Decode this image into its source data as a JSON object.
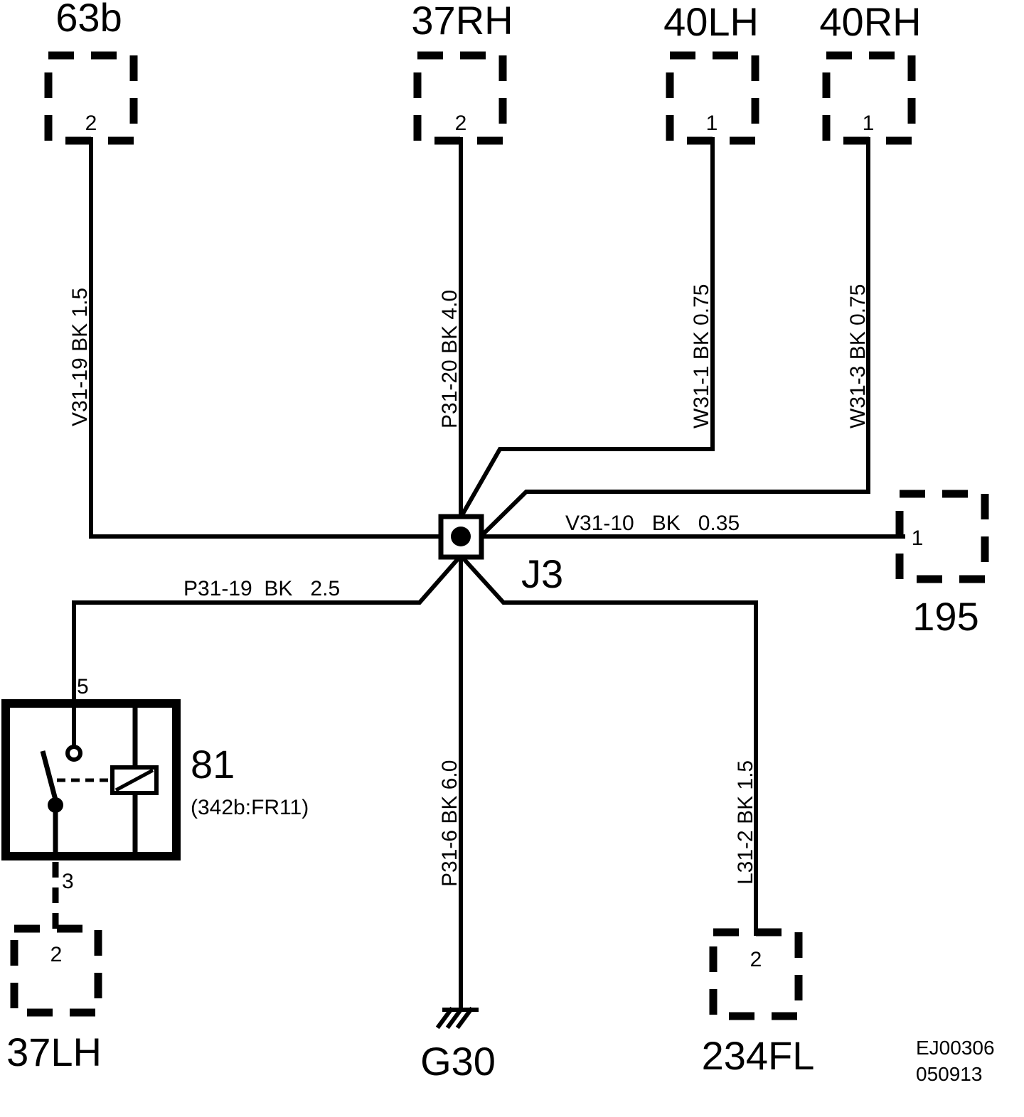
{
  "connectors": {
    "c63b": {
      "label": "63b",
      "pin": "2"
    },
    "c37rh": {
      "label": "37RH",
      "pin": "2"
    },
    "c40lh": {
      "label": "40LH",
      "pin": "1"
    },
    "c40rh": {
      "label": "40RH",
      "pin": "1"
    },
    "c195": {
      "label": "195",
      "pin": "1"
    },
    "c37lh": {
      "label": "37LH",
      "pin": "2"
    },
    "c234fl": {
      "label": "234FL",
      "pin": "2"
    }
  },
  "wires": {
    "v31_19": "V31-19  BK  1.5",
    "p31_20": "P31-20  BK  4.0",
    "w31_1": "W31-1  BK  0.75",
    "w31_3": "W31-3  BK  0.75",
    "v31_10": "V31-10   BK   0.35",
    "p31_19": "P31-19  BK   2.5",
    "p31_6": "P31-6  BK  6.0",
    "l31_2": "L31-2  BK  1.5"
  },
  "splice": {
    "label": "J3"
  },
  "ground": {
    "label": "G30"
  },
  "relay": {
    "label": "81",
    "sublabel": "(342b:FR11)",
    "pin_top": "5",
    "pin_bottom": "3"
  },
  "footer": {
    "code1": "EJ00306",
    "code2": "050913"
  }
}
